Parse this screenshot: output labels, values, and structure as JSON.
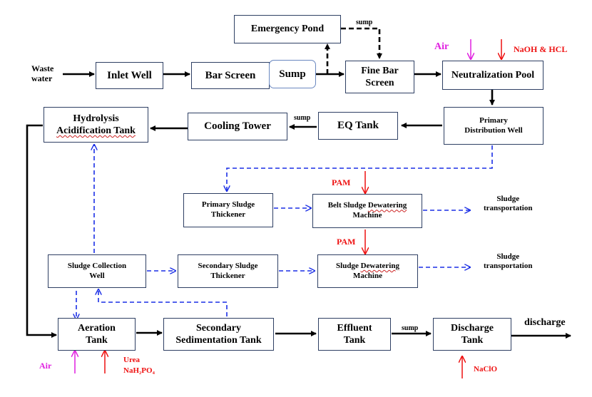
{
  "nodes": {
    "emergency_pond": "Emergency Pond",
    "inlet_well": "Inlet Well",
    "bar_screen": "Bar Screen",
    "sump_box": "Sump",
    "fine_bar_screen": "Fine Bar\nScreen",
    "neutralization_pool": "Neutralization Pool",
    "primary_distribution_well": "Primary\nDistribution Well",
    "eq_tank": "EQ Tank",
    "cooling_tower": "Cooling Tower",
    "hydrolysis_tank_line1": "Hydrolysis",
    "hydrolysis_tank_line2": "Acidification Tank",
    "primary_sludge_thickener": "Primary Sludge\nThickener",
    "belt_dewatering_line1": "Belt Sludge Dewatering",
    "belt_dewatering_line2": "Machine",
    "sludge_collection_well": "Sludge Collection\nWell",
    "secondary_sludge_thickener": "Secondary Sludge\nThickener",
    "sludge_dewatering_line1": "Sludge Dewatering",
    "sludge_dewatering_line2": "Machine",
    "aeration_tank": "Aeration\nTank",
    "secondary_sedimentation_tank": "Secondary\nSedimentation Tank",
    "effluent_tank": "Effluent\nTank",
    "discharge_tank": "Discharge\nTank"
  },
  "labels": {
    "waste_water": "Waste\nwater",
    "sump_top": "sump",
    "sump_eq": "sump",
    "sump_effluent": "sump",
    "air_top": "Air",
    "naoh_hcl": "NaOH & HCL",
    "pam_1": "PAM",
    "pam_2": "PAM",
    "sludge_transport_1": "Sludge\ntransportation",
    "sludge_transport_2": "Sludge\ntransportation",
    "discharge": "discharge",
    "air_bottom": "Air",
    "urea_line1": "Urea",
    "urea_line2": "NaH₂PO₄",
    "naclo": "NaClO"
  },
  "colors": {
    "flow_line": "#000000",
    "sludge_line": "#1a2ee6",
    "chemical_arrow": "#ee1111",
    "air_arrow": "#e020e0",
    "box_border": "#2e3f63"
  }
}
